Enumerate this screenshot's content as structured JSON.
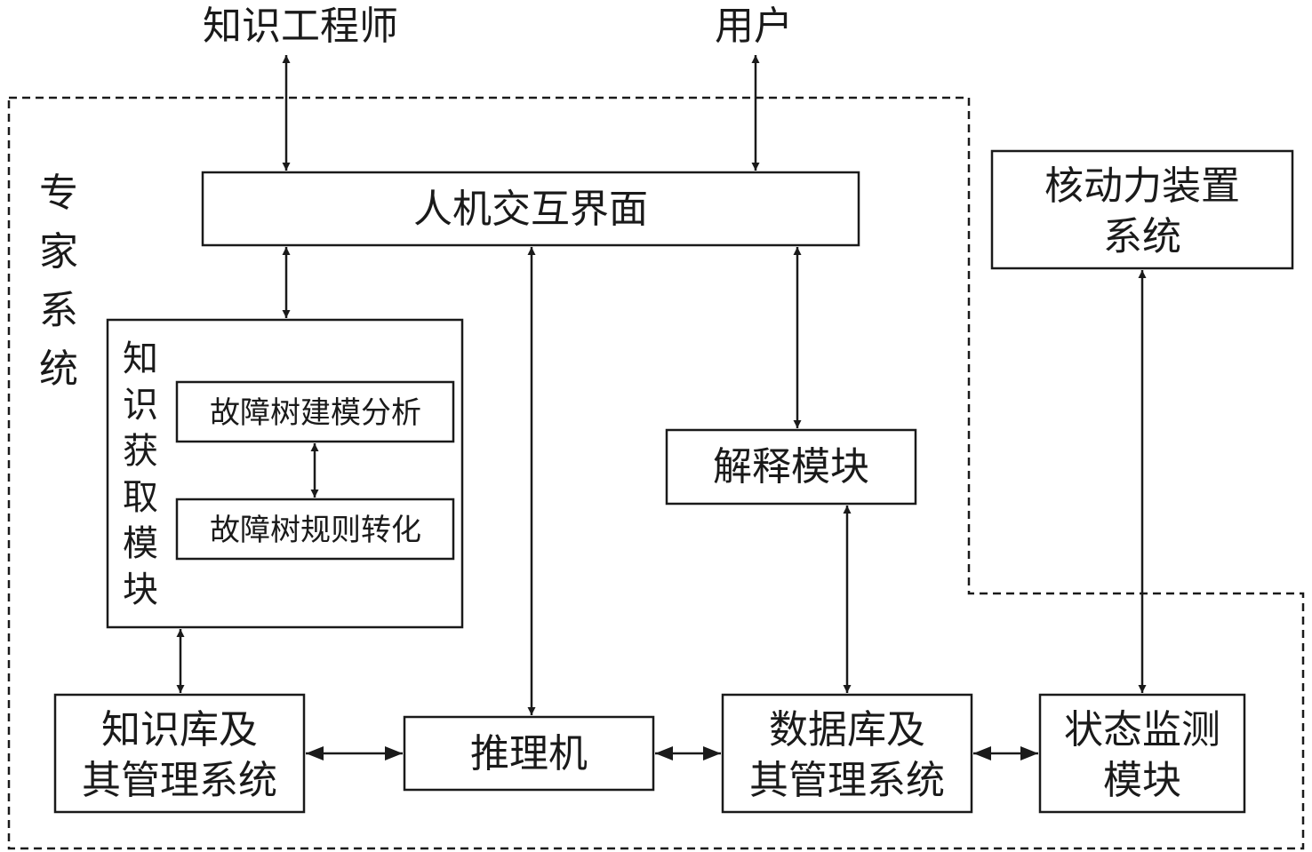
{
  "actors": {
    "knowledge_engineer": "知识工程师",
    "user": "用户"
  },
  "expert_system_label": [
    "专",
    "家",
    "系",
    "统"
  ],
  "nodes": {
    "hci": "人机交互界面",
    "knowledge_acquisition": [
      "知",
      "识",
      "获",
      "取",
      "模",
      "块"
    ],
    "fault_tree_modeling": "故障树建模分析",
    "fault_tree_rules": "故障树规则转化",
    "explanation": "解释模块",
    "kb": [
      "知识库及",
      "其管理系统"
    ],
    "inference": "推理机",
    "db": [
      "数据库及",
      "其管理系统"
    ],
    "monitor": [
      "状态监测",
      "模块"
    ],
    "nuclear": [
      "核动力装置",
      "系统"
    ]
  },
  "colors": {
    "stroke": "#1a1a1a",
    "background": "#ffffff"
  }
}
